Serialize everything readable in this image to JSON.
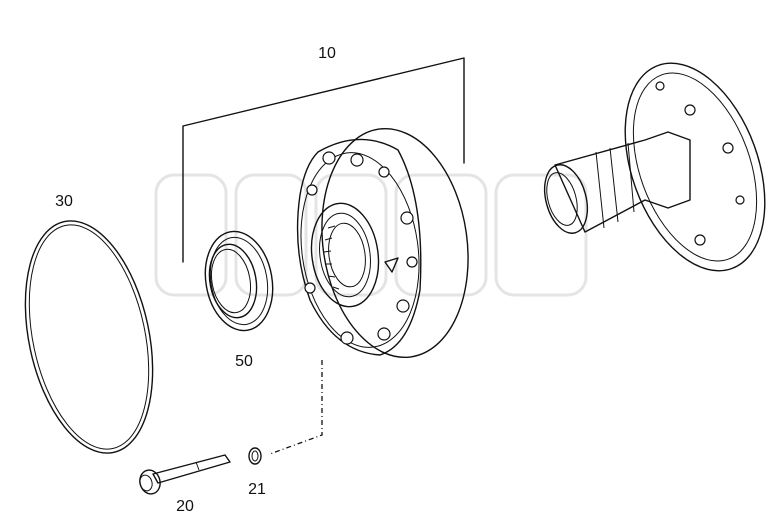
{
  "callouts": {
    "pump_assembly": "10",
    "o_ring": "30",
    "shaft_seal": "50",
    "bolt": "20",
    "washer_ring": "21"
  }
}
